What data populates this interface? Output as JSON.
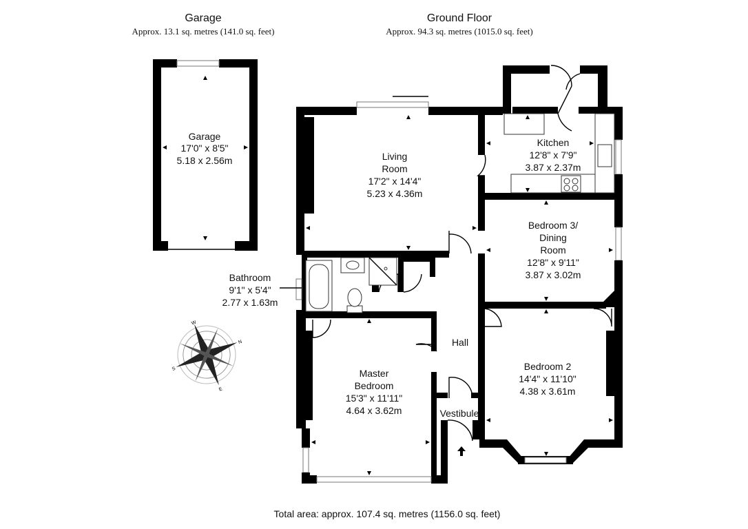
{
  "headers": {
    "garage": {
      "title": "Garage",
      "area": "Approx. 13.1 sq. metres (141.0 sq. feet)"
    },
    "ground": {
      "title": "Ground Floor",
      "area": "Approx. 94.3 sq. metres (1015.0 sq. feet)"
    }
  },
  "rooms": {
    "garage": [
      "Garage",
      "17'0\" x 8'5\"",
      "5.18 x 2.56m"
    ],
    "living": [
      "Living",
      "Room",
      "17'2\" x 14'4\"",
      "5.23 x 4.36m"
    ],
    "kitchen": [
      "Kitchen",
      "12'8\" x 7'9\"",
      "3.87 x 2.37m"
    ],
    "bedroom3": [
      "Bedroom 3/",
      "Dining",
      "Room",
      "12'8\" x 9'11\"",
      "3.87 x 3.02m"
    ],
    "bathroom": [
      "Bathroom",
      "9'1\" x 5'4\"",
      "2.77 x 1.63m"
    ],
    "hall": [
      "Hall"
    ],
    "master": [
      "Master",
      "Bedroom",
      "15'3\" x 11'11\"",
      "4.64 x 3.62m"
    ],
    "bedroom2": [
      "Bedroom 2",
      "14'4\" x 11'10\"",
      "4.38 x 3.61m"
    ],
    "vestibule": [
      "Vestibule"
    ]
  },
  "compass": {
    "n": "N",
    "s": "S",
    "e": "E",
    "w": "W"
  },
  "footer": {
    "total_area": "Total area: approx. 107.4 sq. metres (1156.0 sq. feet)"
  }
}
